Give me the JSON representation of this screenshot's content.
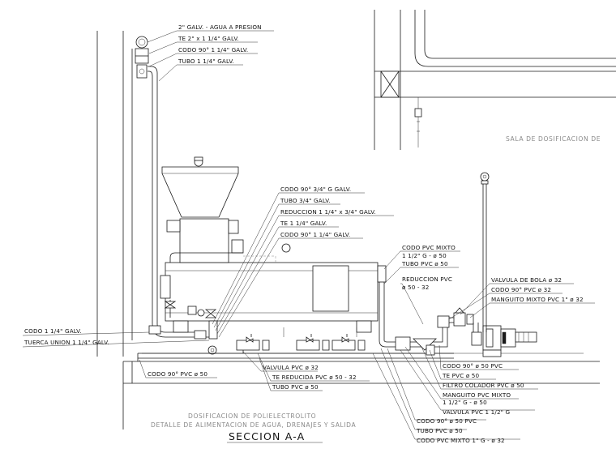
{
  "labels_top": [
    "2\" GALV. - AGUA A PRESION",
    "TE 2\" x 1 1/4\"  GALV.",
    "CODO 90° 1 1/4\" GALV.",
    "TUBO 1 1/4\" GALV."
  ],
  "labels_mid": [
    "CODO 90° 3/4\" G GALV.",
    "TUBO 3/4\" GALV.",
    "REDUCCION 1 1/4\" x 3/4\" GALV.",
    "TE 1 1/4\" GALV.",
    "CODO 90° 1 1/4\" GALV."
  ],
  "labels_left": [
    "CODO 1 1/4\" GALV.",
    "TUERCA UNION 1 1/4\" GALV."
  ],
  "label_codo_pvc_50": "CODO 90° PVC ø 50",
  "labels_bottom_center": [
    "VALVULA PVC ø 32",
    "TE REDUCIDA PVC ø 50 - 32",
    "TUBO PVC ø 50"
  ],
  "labels_codo_mixto": [
    "CODO PVC MIXTO",
    "1 1/2\" G - ø 50"
  ],
  "label_tubo_pvc_50": "TUBO PVC ø 50",
  "labels_reduccion": [
    "REDUCCION PVC",
    "ø 50 - 32"
  ],
  "labels_right": [
    "VALVULA DE BOLA ø 32",
    "CODO 90° PVC ø 32",
    "MANGUITO MIXTO PVC 1\" ø 32"
  ],
  "labels_bottom_right": [
    "CODO 90° ø 50 PVC",
    "TE   PVC ø 50",
    "FILTRO COLADOR PVC ø 50",
    "MANGUITO PVC MIXTO",
    "1 1/2\" G - ø 50",
    "VALVULA PVC 1 1/2\" G",
    "CODO 90° ø 50 PVC",
    "TUBO PVC ø 50",
    "CODO PVC MIXTO 1\" G - ø 32"
  ],
  "room_label": "SALA DE DOSIFICACION DE",
  "caption": [
    "DOSIFICACION DE POLIELECTROLITO",
    "DETALLE DE ALIMENTACION DE AGUA, DRENAJES Y SALIDA"
  ],
  "section_title": "SECCION A-A"
}
